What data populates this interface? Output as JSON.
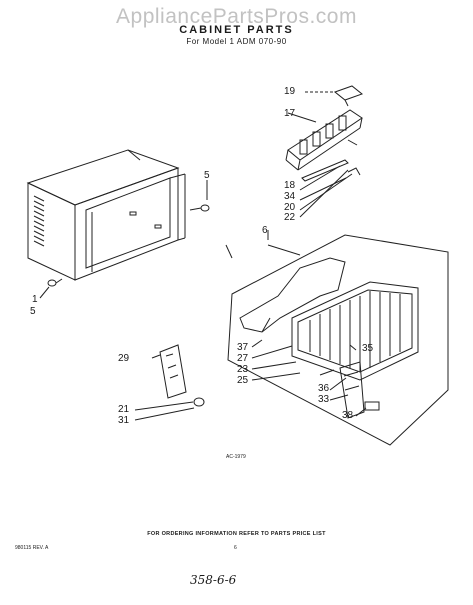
{
  "watermark": "AppliancePartsPros.com",
  "header": {
    "title": "CABINET PARTS",
    "model_line": "For Model 1  ADM  070-90"
  },
  "part_numbers": {
    "p19": "19",
    "p17": "17",
    "p18": "18",
    "p34": "34",
    "p20": "20",
    "p22": "22",
    "p6": "6",
    "p5a": "5",
    "p1": "1",
    "p5b": "5",
    "p29": "29",
    "p21": "21",
    "p31": "31",
    "p37": "37",
    "p27": "27",
    "p23": "23",
    "p25": "25",
    "p35": "35",
    "p36": "36",
    "p33": "33",
    "p38": "38"
  },
  "figure_code": "AC-1979",
  "ordering_note": "FOR ORDERING INFORMATION REFER TO PARTS PRICE LIST",
  "footer": {
    "form_number": "980115 REV. A",
    "page_number": "6"
  },
  "handwritten_note": "358-6-6"
}
